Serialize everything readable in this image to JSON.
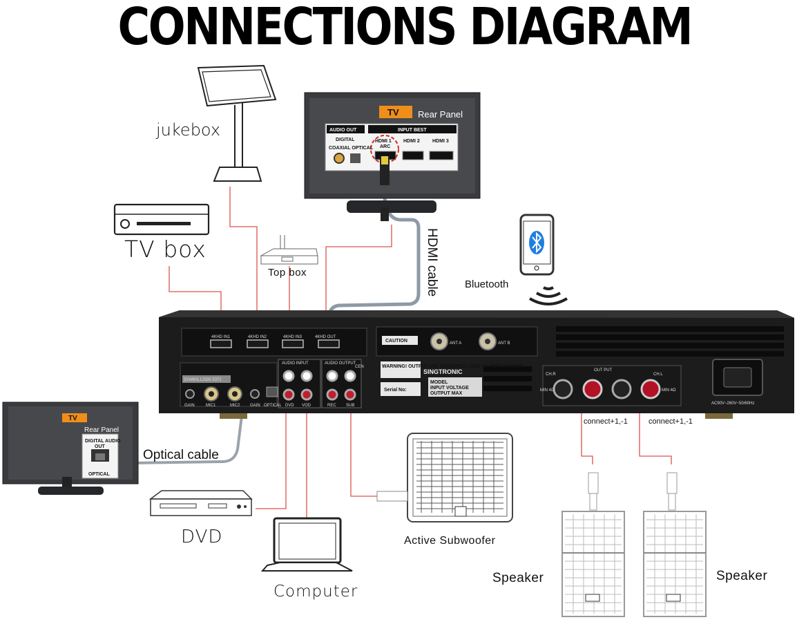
{
  "title": "CONNECTIONS DIAGRAM",
  "sources": {
    "jukebox": "jukebox",
    "tv_box": "TV box",
    "top_box": "Top box",
    "bluetooth": "Bluetooth",
    "hdmi_cable": "HDMI cable",
    "optical_cable": "Optical cable",
    "dvd": "DVD",
    "computer": "Computer",
    "subwoofer": "Active Subwoofer",
    "speaker_left": "Speaker",
    "speaker_right": "Speaker",
    "connect_right": "connect+1,-1",
    "connect_left": "connect+1,-1"
  },
  "tv_top": {
    "badge": "TV",
    "rear_panel": "Rear Panel",
    "audio_out": "AUDIO OUT",
    "digital": "DIGITAL",
    "coaxial_optical": "COAXIAL OPTICAL",
    "input_best": "INPUT BEST",
    "hdmi1": "HDMI 1",
    "arc": "ARC",
    "hdmi2": "HDMI 2",
    "hdmi3": "HDMI 3"
  },
  "tv_left": {
    "badge": "TV",
    "rear_panel": "Rear Panel",
    "digital_audio": "DIGITAL AUDIO",
    "out": "OUT",
    "optical": "OPTICAL"
  },
  "amp": {
    "brand": "SINGTRONIC",
    "hdmi_in1": "4KHD IN1",
    "hdmi_in2": "4KHD IN2",
    "hdmi_in3": "4KHD IN3",
    "hdmi_out": "4KHD OUT",
    "ant_a": "ANT A",
    "ant_b": "ANT B",
    "audio_input": "AUDIO INPUT",
    "audio_output": "AUDIO OUTPUT",
    "cen": "CEN",
    "gain": "GAIN",
    "mic1": "MIC1",
    "mic2": "MIC2",
    "gain2": "GAIN",
    "optical": "OPTICAL",
    "dvd": "DVD",
    "vod": "VOD",
    "rec": "REC",
    "sub": "SUB",
    "output_label": "OUT PUT",
    "ch_r": "CH.R",
    "ch_l": "CH.L",
    "min_r": "MIN 4Ω",
    "min_l": "MIN 4Ω",
    "power": "AC90V~260V~50/60Hz",
    "serial": "Serial No:",
    "caution": "CAUTION",
    "warning": "WARNING! OUTPUT MIN REQUIRED LOAD 4Ω PER CHANNEL",
    "model": "MODEL",
    "input_voltage": "INPUT VOLTAGE",
    "output_max": "OUTPUT MAX",
    "barcode": "3XW60L12595 5372"
  },
  "colors": {
    "wire": "#d9534f",
    "hdmi_cable": "#8e9aa6",
    "amp_body": "#1c1c1c",
    "terminal_red": "#b31224"
  }
}
